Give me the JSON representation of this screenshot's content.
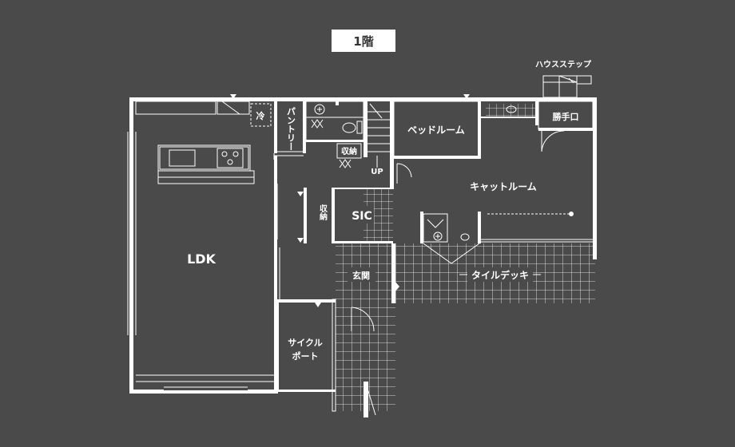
{
  "floor_title": "1階",
  "rooms": {
    "ldk": "LDK",
    "fridge": "冷",
    "pantry": "パントリー",
    "storage_wc": "収納",
    "up": "UP",
    "bedroom": "ベッドルーム",
    "service_door": "勝手口",
    "house_step": "ハウスステップ",
    "cat_room": "キャットルーム",
    "storage_sic": "収納",
    "sic": "SIC",
    "entrance": "玄関",
    "tile_deck": "タイルデッキ",
    "cycle_port_1": "サイクル",
    "cycle_port_2": "ポート"
  },
  "colors": {
    "background": "#4a4a4a",
    "lines": "#ffffff",
    "title_bg": "#ffffff",
    "title_text": "#333333"
  }
}
